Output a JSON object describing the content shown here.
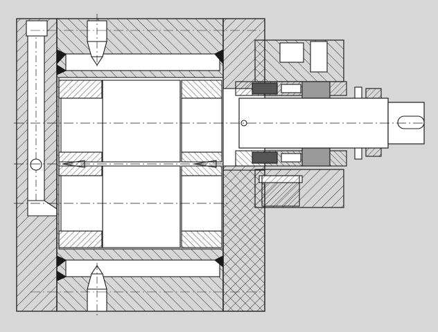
{
  "drawing": {
    "title": "",
    "background_color": "#d7d7d7",
    "line_color": "#1a1a1a",
    "component_color": "#ffffff",
    "parts": [
      {
        "name": "pump-housing-left",
        "icon": "hatched-block"
      },
      {
        "name": "pump-housing-center",
        "icon": "hatched-block"
      },
      {
        "name": "front-cover",
        "icon": "hatched-block"
      },
      {
        "name": "seal-housing",
        "icon": "hatched-block"
      },
      {
        "name": "drive-gear",
        "icon": "gear-section"
      },
      {
        "name": "driven-gear",
        "icon": "gear-section"
      },
      {
        "name": "drive-shaft",
        "icon": "shaft"
      },
      {
        "name": "socket-head-bolt-top",
        "icon": "bolt"
      },
      {
        "name": "socket-head-bolt-bottom",
        "icon": "bolt"
      },
      {
        "name": "drain-passage",
        "icon": "channel"
      },
      {
        "name": "shaft-seal",
        "icon": "seal"
      },
      {
        "name": "key-slot",
        "icon": "keyway"
      }
    ]
  }
}
